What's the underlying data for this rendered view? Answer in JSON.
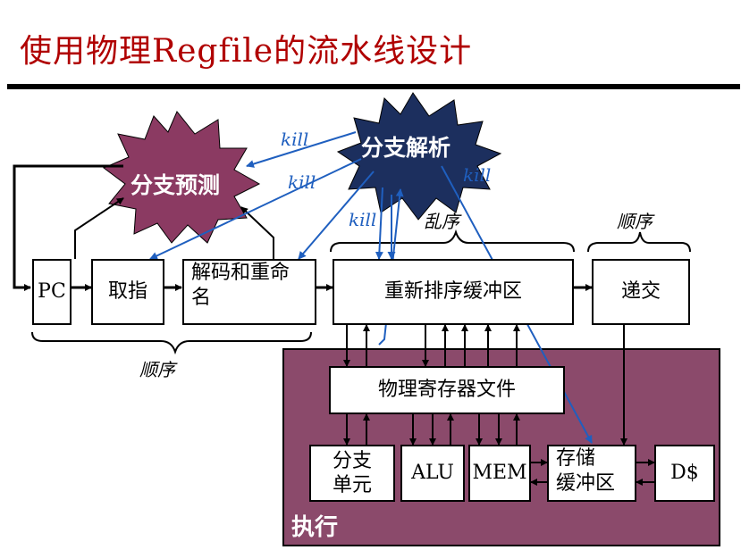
{
  "title": "使用物理Regfile的流水线设计",
  "stars": {
    "branch_predict": "分支预测",
    "branch_resolve": "分支解析"
  },
  "boxes": {
    "pc": "PC",
    "fetch": "取指",
    "decode_rename_1": "解码和重命",
    "decode_rename_2": "名",
    "rob": "重新排序缓冲区",
    "commit": "递交",
    "prf": "物理寄存器文件",
    "branch_unit_1": "分支",
    "branch_unit_2": "单元",
    "alu": "ALU",
    "mem": "MEM",
    "store_buffer_1": "存储",
    "store_buffer_2": "缓冲区",
    "dcache": "D$"
  },
  "labels": {
    "in_order_bottom": "顺序",
    "out_of_order": "乱序",
    "in_order_top": "顺序",
    "execute": "执行"
  },
  "kill": {
    "k1": "kill",
    "k2": "kill",
    "k3": "kill",
    "k4": "kill"
  },
  "colors": {
    "title": "#b00000",
    "kill_arrows": "#1f5fbf",
    "execute_region": "#8b4a6b",
    "branch_predict_star": "#8b3a62",
    "branch_resolve_star": "#1c2f5e"
  }
}
